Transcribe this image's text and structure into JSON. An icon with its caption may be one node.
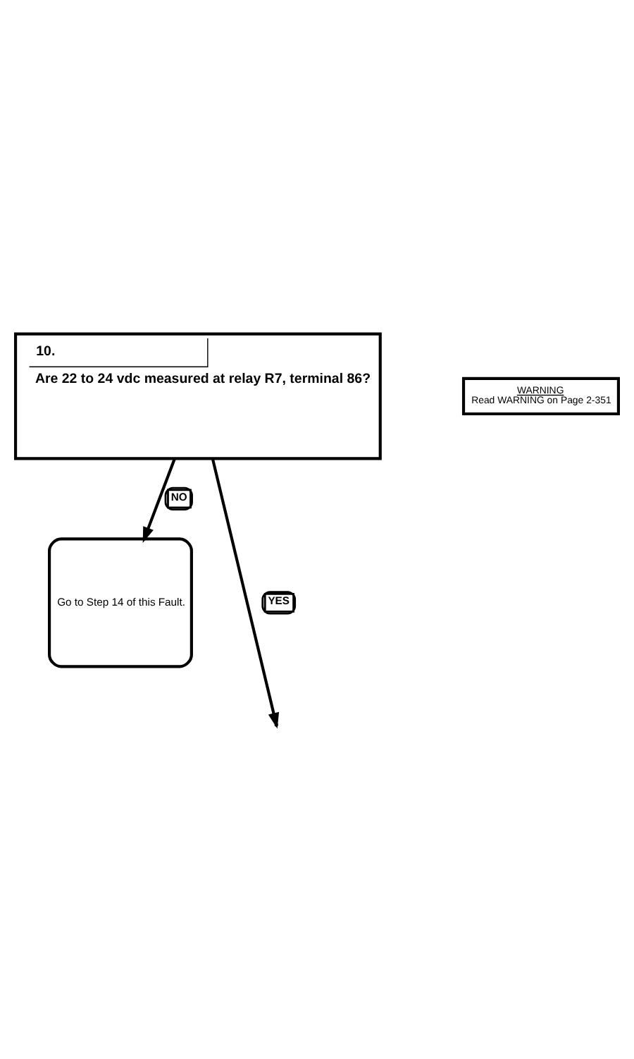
{
  "diagram": {
    "nodes": [
      {
        "text": [
          "10.",
          "Are 22 to 24 vdc measured at relay R7, terminal 86?"
        ]
      },
      {
        "text": [
          "WARNING",
          "Read WARNING on Page 2-351"
        ]
      },
      {
        "text": [
          "Go to Step 14 of this Fault."
        ]
      }
    ],
    "edges": [
      {
        "from": 0,
        "to": 2,
        "arrow": "to",
        "label": "NO"
      },
      {
        "from": 0,
        "to": null,
        "arrow": "to",
        "label": "YES"
      }
    ]
  }
}
